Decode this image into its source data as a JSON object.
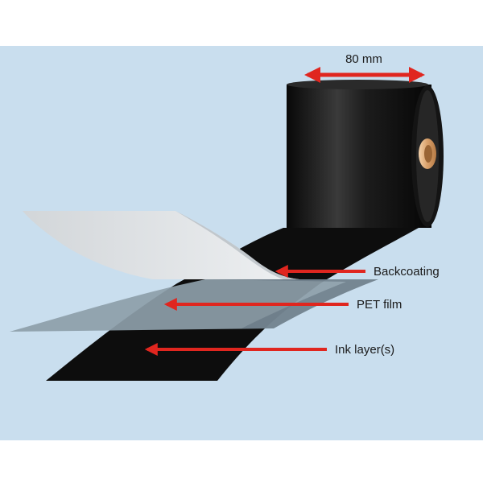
{
  "diagram": {
    "width_label": "80 mm",
    "labels": [
      {
        "id": "backcoating",
        "text": "Backcoating"
      },
      {
        "id": "pet",
        "text": "PET film"
      },
      {
        "id": "ink",
        "text": "Ink layer(s)"
      }
    ],
    "colors": {
      "background": "#c9deee",
      "arrow": "#e0261f",
      "ribbon": "#111111",
      "pet_film": "#8d9ea9",
      "backcoating": "#dfe3e6",
      "core": "#e7b889"
    }
  }
}
